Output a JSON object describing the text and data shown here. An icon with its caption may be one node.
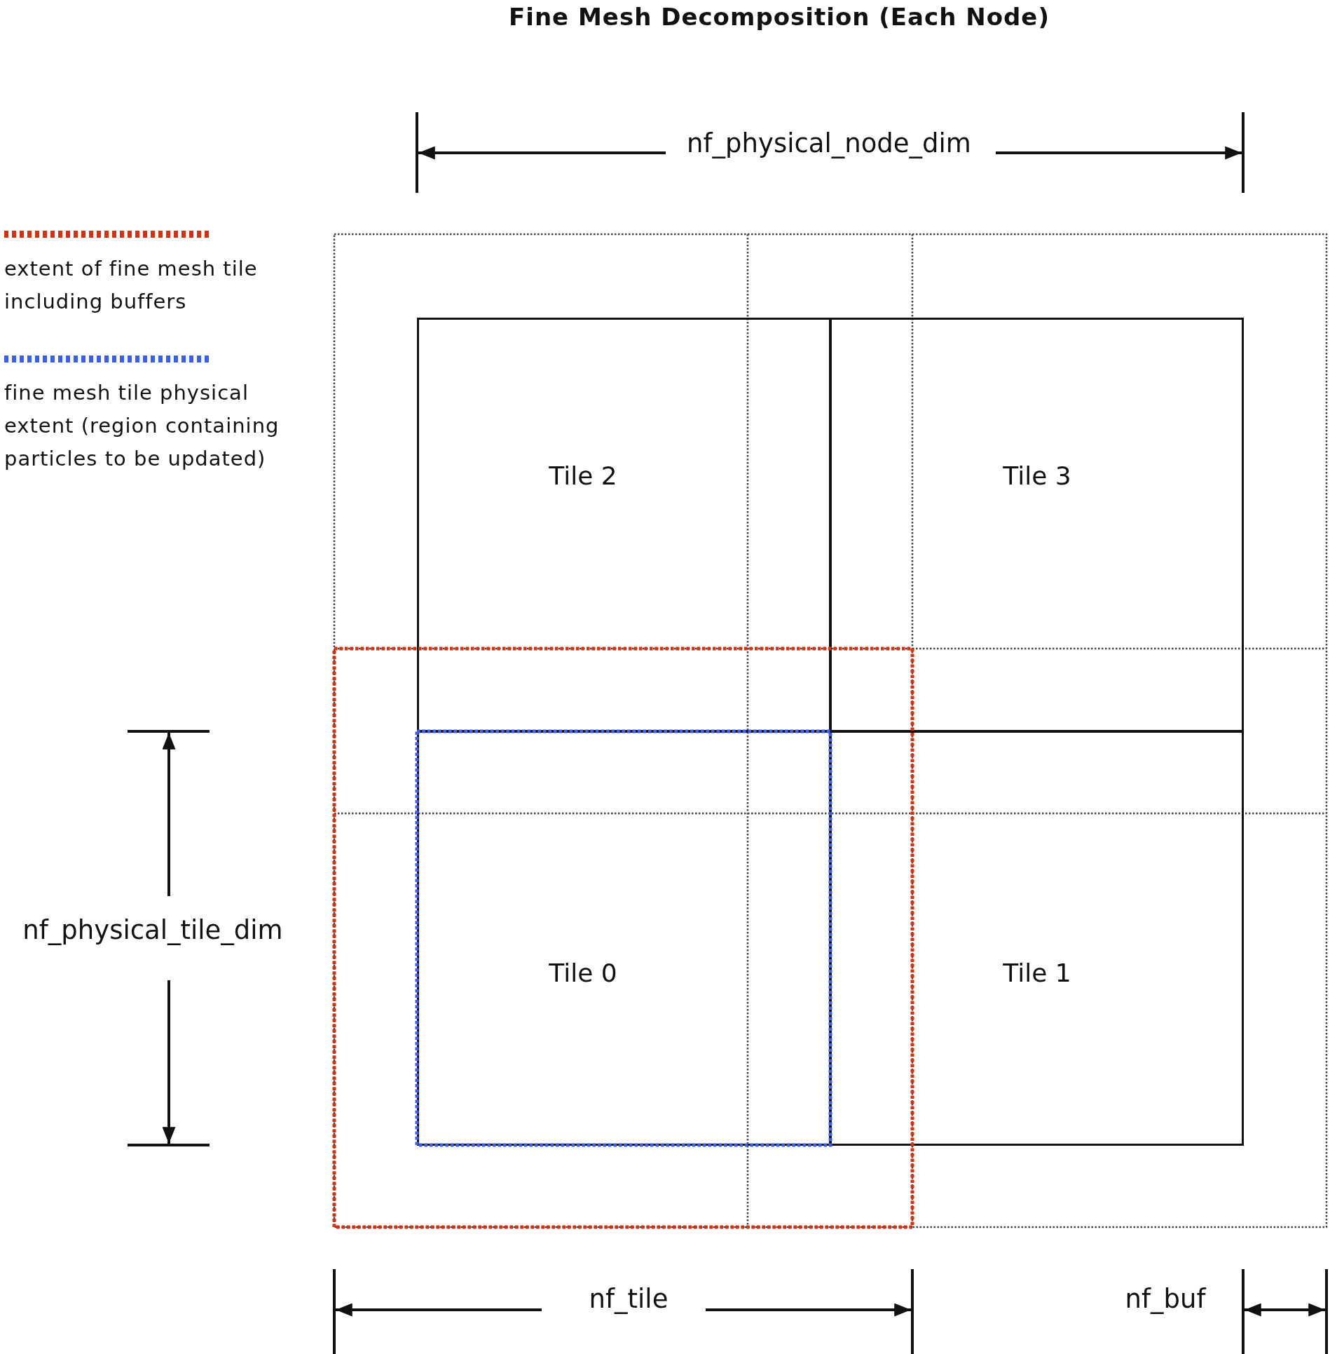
{
  "diagram": {
    "title": "Fine Mesh Decomposition (Each Node)",
    "nodes": [
      {
        "text": [
          "Tile 2"
        ]
      },
      {
        "text": [
          "Tile 3"
        ]
      },
      {
        "text": [
          "Tile 0"
        ]
      },
      {
        "text": [
          "Tile 1"
        ]
      }
    ],
    "labels": [
      "nf_physical_node_dim",
      "nf_physical_tile_dim",
      "nf_tile",
      "nf_buf"
    ],
    "legend": [
      {
        "text": "extent of fine mesh tile including buffers"
      },
      {
        "text": "fine mesh tile physical extent (region containing particles to be updated)"
      }
    ]
  }
}
